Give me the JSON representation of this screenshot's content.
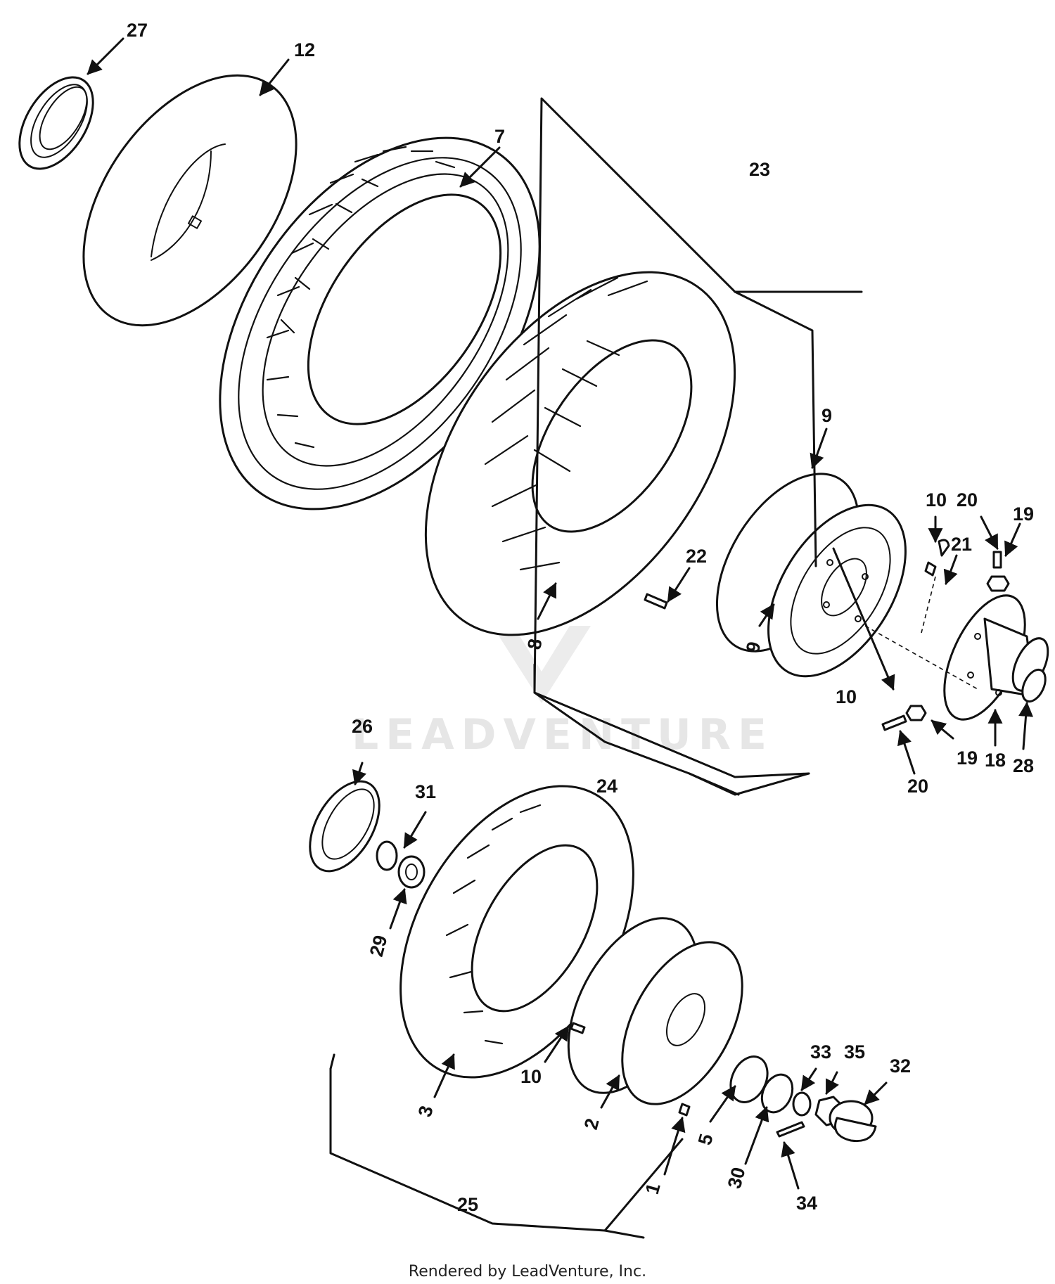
{
  "watermark_text": "LEADVENTURE",
  "footer_text": "Rendered by LeadVenture, Inc.",
  "callouts": [
    {
      "id": "27",
      "text": "27"
    },
    {
      "id": "12",
      "text": "12"
    },
    {
      "id": "7",
      "text": "7"
    },
    {
      "id": "23",
      "text": "23"
    },
    {
      "id": "9a",
      "text": "9"
    },
    {
      "id": "10a",
      "text": "10"
    },
    {
      "id": "20a",
      "text": "20"
    },
    {
      "id": "19a",
      "text": "19"
    },
    {
      "id": "21",
      "text": "21"
    },
    {
      "id": "22",
      "text": "22"
    },
    {
      "id": "8",
      "text": "8"
    },
    {
      "id": "9b",
      "text": "9"
    },
    {
      "id": "10b",
      "text": "10"
    },
    {
      "id": "19b",
      "text": "19"
    },
    {
      "id": "18",
      "text": "18"
    },
    {
      "id": "28",
      "text": "28"
    },
    {
      "id": "20b",
      "text": "20"
    },
    {
      "id": "24",
      "text": "24"
    },
    {
      "id": "26",
      "text": "26"
    },
    {
      "id": "31",
      "text": "31"
    },
    {
      "id": "29",
      "text": "29"
    },
    {
      "id": "33",
      "text": "33"
    },
    {
      "id": "35",
      "text": "35"
    },
    {
      "id": "32",
      "text": "32"
    },
    {
      "id": "10c",
      "text": "10"
    },
    {
      "id": "3",
      "text": "3"
    },
    {
      "id": "2",
      "text": "2"
    },
    {
      "id": "5",
      "text": "5"
    },
    {
      "id": "30",
      "text": "30"
    },
    {
      "id": "1",
      "text": "1"
    },
    {
      "id": "34",
      "text": "34"
    },
    {
      "id": "25",
      "text": "25"
    }
  ]
}
